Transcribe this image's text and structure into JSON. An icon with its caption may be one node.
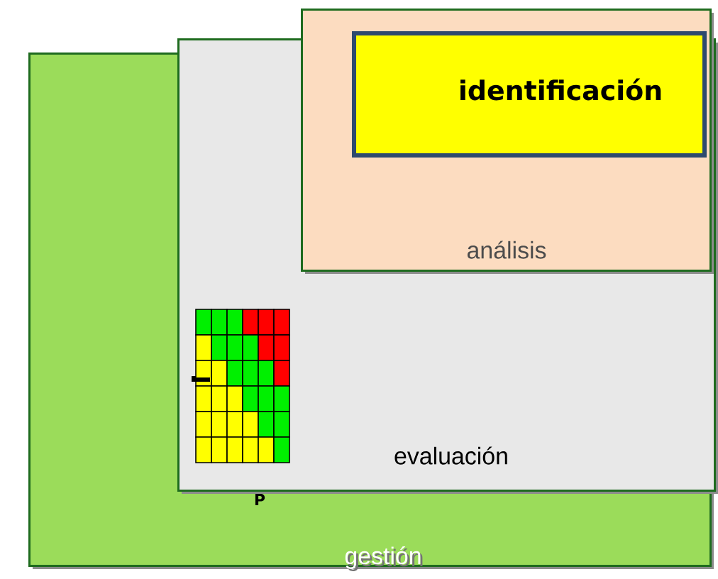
{
  "diagram": {
    "nodes": [
      {
        "text": [
          "gestión"
        ]
      },
      {
        "text": [
          "evaluación"
        ],
        "in": 0
      },
      {
        "text": [
          "análisis"
        ],
        "in": 1
      },
      {
        "text": [
          "identificación"
        ],
        "in": 2
      }
    ],
    "labels": [
      "P"
    ]
  }
}
